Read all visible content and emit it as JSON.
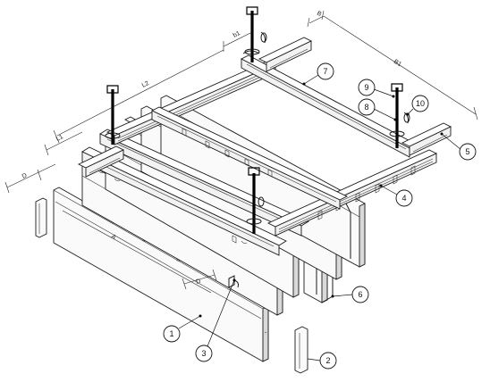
{
  "callouts": [
    {
      "label": "1",
      "cx": 0,
      "cy": 0
    },
    {
      "label": "2"
    },
    {
      "label": "3"
    },
    {
      "label": "4"
    },
    {
      "label": "5"
    },
    {
      "label": "6"
    },
    {
      "label": "7"
    },
    {
      "label": "8"
    },
    {
      "label": "9"
    },
    {
      "label": "10"
    }
  ],
  "dimensions": {
    "top_right_short": "B",
    "top_right_long": "B1",
    "top_left_small": "b1",
    "top_left_long": "L2",
    "left_small": "L1",
    "left_far": "D",
    "panel_length": "A",
    "panel_bottom": "D"
  }
}
